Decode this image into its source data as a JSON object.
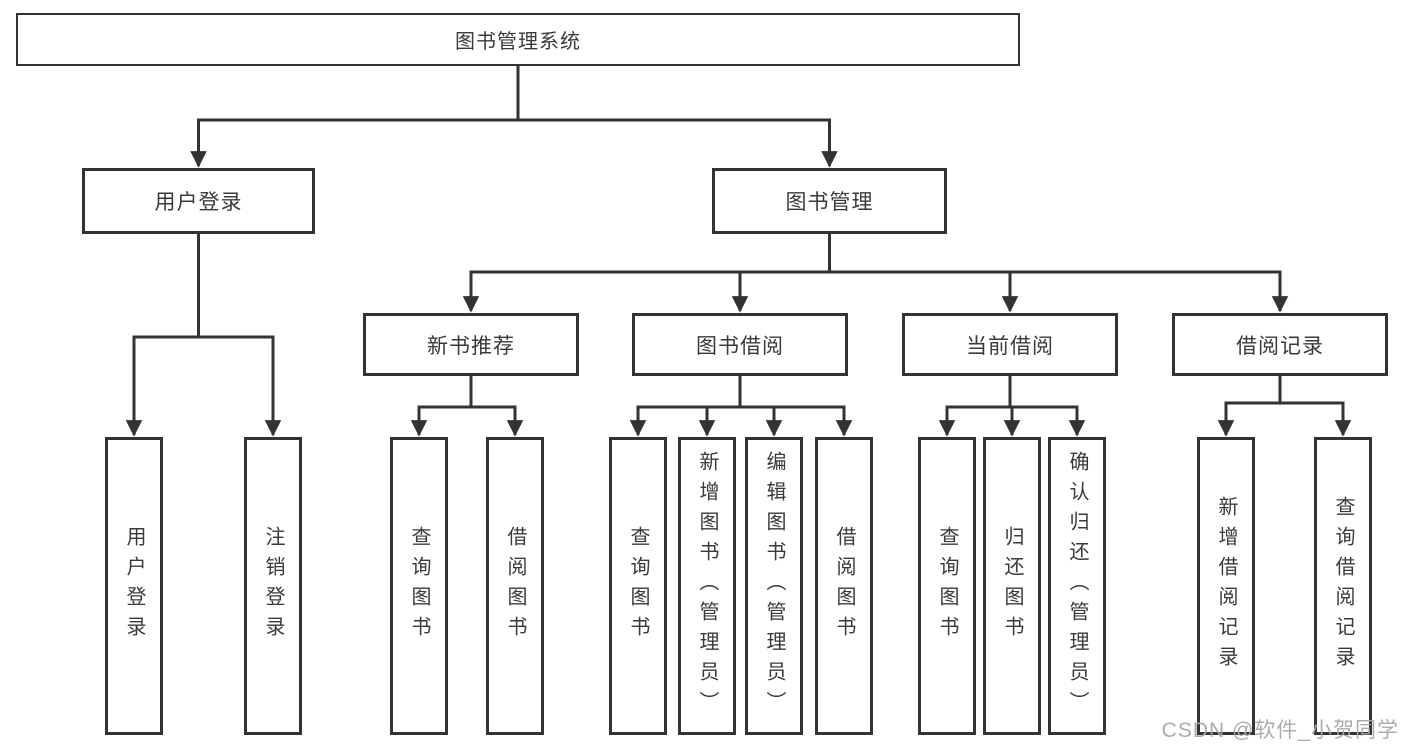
{
  "root": {
    "label": "图书管理系统"
  },
  "level2": [
    {
      "label": "用户登录"
    },
    {
      "label": "图书管理"
    }
  ],
  "level3": [
    {
      "label": "新书推荐"
    },
    {
      "label": "图书借阅"
    },
    {
      "label": "当前借阅"
    },
    {
      "label": "借阅记录"
    }
  ],
  "leaves": [
    {
      "group": "user-login",
      "label": "用户登录"
    },
    {
      "group": "user-login",
      "label": "注销登录"
    },
    {
      "group": "new-book",
      "label": "查询图书"
    },
    {
      "group": "new-book",
      "label": "借阅图书"
    },
    {
      "group": "book-borrow",
      "label": "查询图书"
    },
    {
      "group": "book-borrow",
      "label": "新增图书（管理员）"
    },
    {
      "group": "book-borrow",
      "label": "编辑图书（管理员）"
    },
    {
      "group": "book-borrow",
      "label": "借阅图书"
    },
    {
      "group": "current-borrow",
      "label": "查询图书"
    },
    {
      "group": "current-borrow",
      "label": "归还图书"
    },
    {
      "group": "current-borrow",
      "label": "确认归还（管理员）"
    },
    {
      "group": "borrow-record",
      "label": "新增借阅记录"
    },
    {
      "group": "borrow-record",
      "label": "查询借阅记录"
    }
  ],
  "watermark": {
    "text": "CSDN @软件_小贺同学"
  },
  "colors": {
    "line": "#333333",
    "text": "#3a3a3a",
    "watermark": "#a8a8a8",
    "background": "#ffffff"
  }
}
